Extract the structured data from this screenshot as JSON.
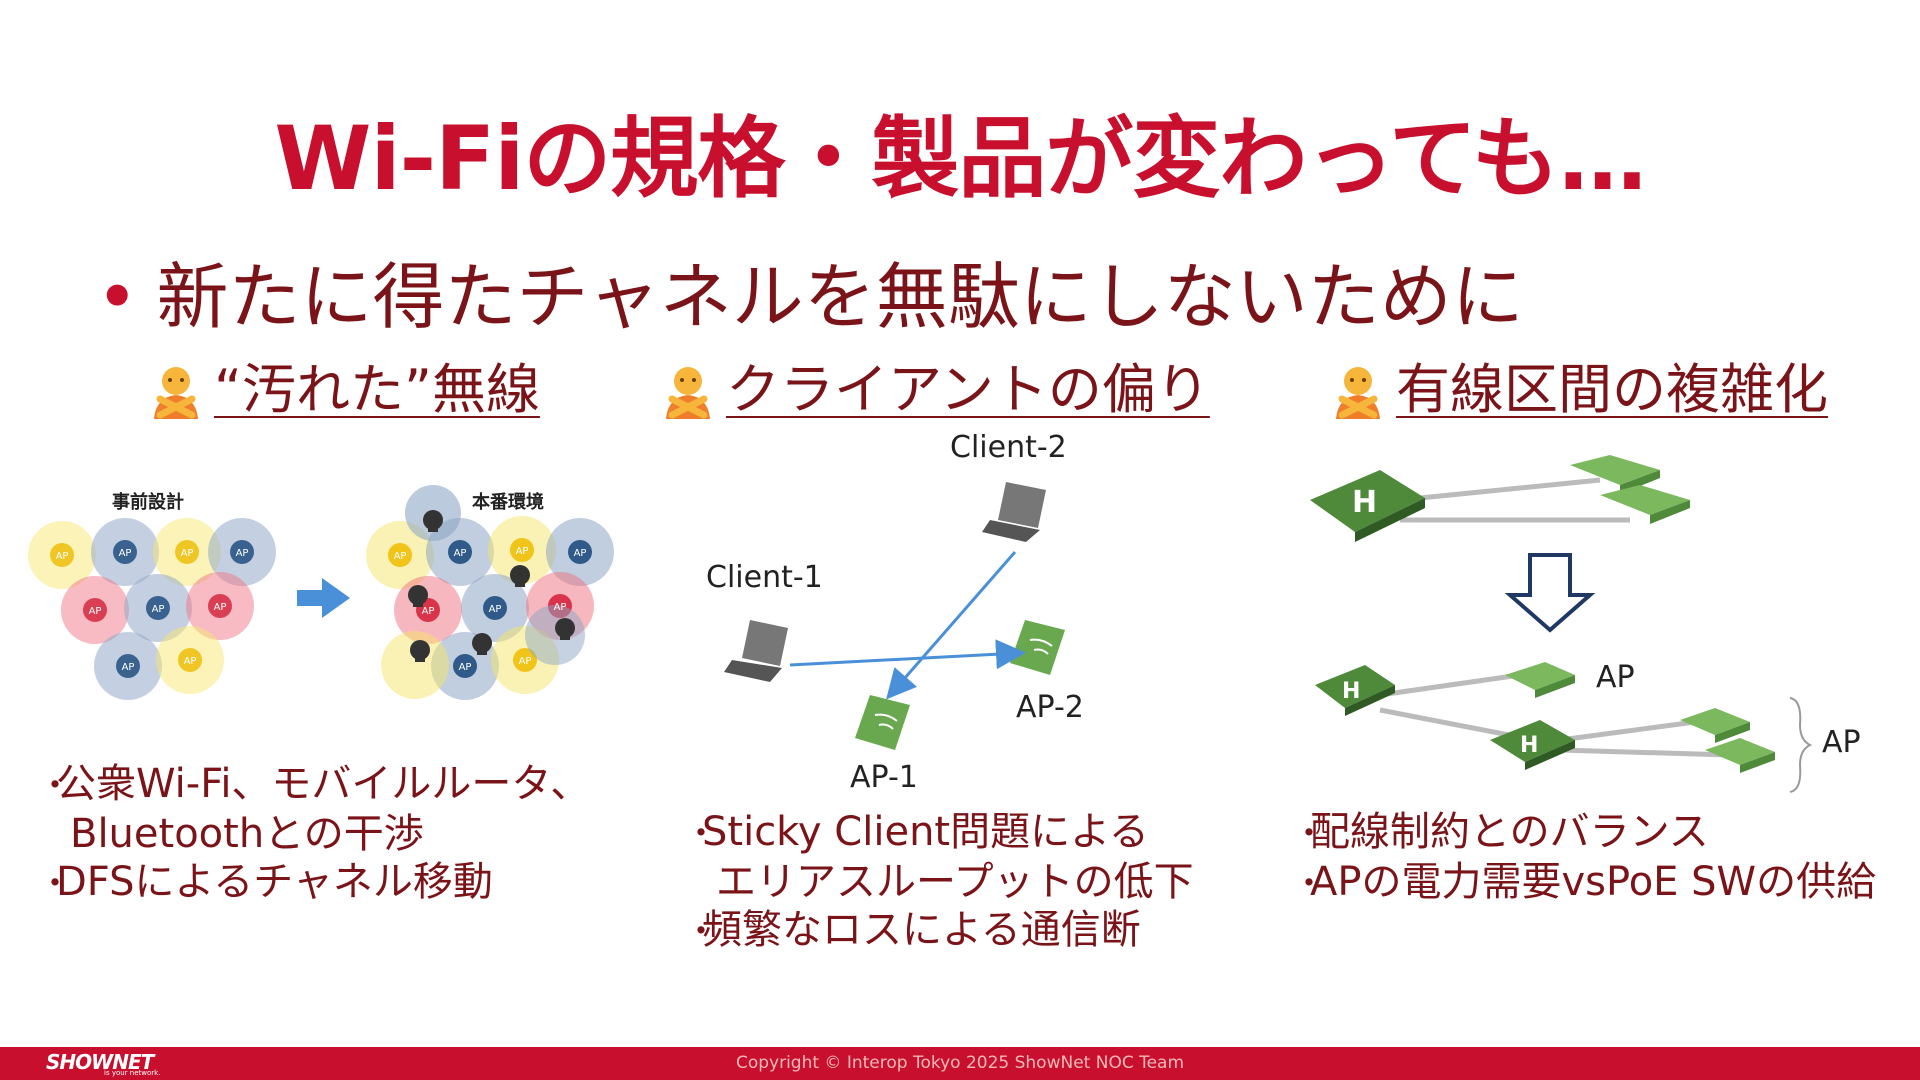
{
  "title": "Wi-Fiの規格・製品が変わっても…",
  "main_bullet": "新たに得たチャネルを無駄にしないために",
  "columns": [
    {
      "heading": "“汚れた”無線",
      "diagram_labels": {
        "before": "事前設計",
        "after": "本番環境",
        "ap": "AP"
      },
      "bullets": [
        {
          "line1": "公衆Wi-Fi、モバイルルータ、",
          "line2": "Bluetoothとの干渉"
        },
        {
          "line1": "DFSによるチャネル移動"
        }
      ]
    },
    {
      "heading": "クライアントの偏り",
      "diagram_labels": {
        "client1": "Client-1",
        "client2": "Client-2",
        "ap1": "AP-1",
        "ap2": "AP-2"
      },
      "bullets": [
        {
          "line1": "Sticky Client問題による",
          "line2": "エリアスループットの低下"
        },
        {
          "line1": "頻繁なロスによる通信断"
        }
      ]
    },
    {
      "heading": "有線区間の複雑化",
      "diagram_labels": {
        "ap_top": "AP",
        "ap_right": "AP"
      },
      "bullets": [
        {
          "line1": "配線制約とのバランス"
        },
        {
          "line1": "APの電力需要vsPoE SWの供給"
        }
      ]
    }
  ],
  "footer": {
    "logo": "SHOWNET",
    "logo_sub": "is your network.",
    "copyright": "Copyright © Interop Tokyo 2025 ShowNet NOC Team"
  },
  "colors": {
    "title": "#c8102e",
    "text": "#7a1418",
    "footer_bg": "#c8102e",
    "ap_yellow": "#f5d94a",
    "ap_blue": "#2f5a8a",
    "ap_red": "#d9344a",
    "arrow_blue": "#4a90d9",
    "ap_green": "#6aa84f"
  },
  "icons": {
    "heading_icon": "no-gesture-person-icon",
    "skull": "skull-icon",
    "laptop": "laptop-icon",
    "access_point": "access-point-icon",
    "switch": "network-switch-icon"
  }
}
